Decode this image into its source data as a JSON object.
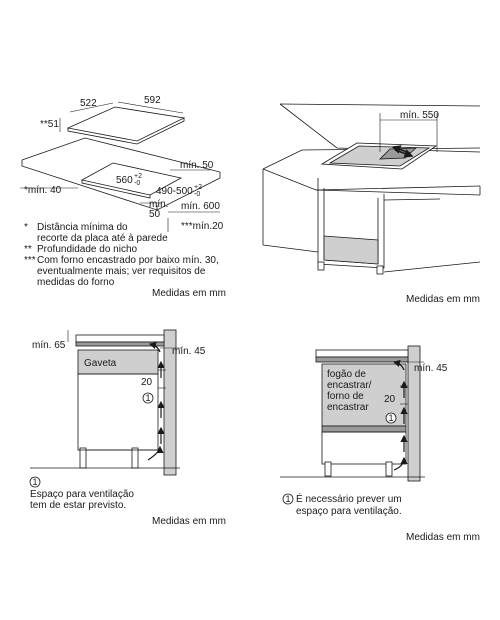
{
  "top_left": {
    "dim_522": "522",
    "dim_592": "592",
    "dim_51": "**51",
    "dim_min50": "mín. 50",
    "dim_560": "560",
    "dim_560_tol": "+2",
    "dim_560_tol2": "-0",
    "dim_490_500": "490-500",
    "dim_490_tol": "+2",
    "dim_490_tol2": "-0",
    "dim_min40": "*mín. 40",
    "dim_min_top": "mín.",
    "dim_50": "50",
    "dim_min600": "mín. 600",
    "dim_min20": "***mín.20",
    "notes": [
      {
        "mark": "*",
        "text": "Distância mínima do"
      },
      {
        "mark": "",
        "text": "recorte da placa até à parede"
      },
      {
        "mark": "**",
        "text": "Profundidade do nicho"
      },
      {
        "mark": "***",
        "text": "Com forno encastrado por baixo mín. 30,"
      },
      {
        "mark": "",
        "text": "eventualmente mais; ver requisitos de"
      },
      {
        "mark": "",
        "text": "medidas do forno"
      }
    ],
    "units": "Medidas em mm"
  },
  "top_right": {
    "dim_min550": "mín. 550",
    "units": "Medidas em mm"
  },
  "bottom_left": {
    "dim_min65": "mín. 65",
    "dim_min45": "mín. 45",
    "drawer_label": "Gaveta",
    "dim_20": "20",
    "circle_1": "1",
    "legend_num": "1",
    "legend_line1": "Espaço para ventilação",
    "legend_line2": "tem de estar previsto.",
    "units": "Medidas em mm"
  },
  "bottom_right": {
    "dim_min45": "mín. 45",
    "oven_line1": "fogão de",
    "oven_line2": "encastrar/",
    "oven_line3": "forno de",
    "oven_line4": "encastrar",
    "dim_20": "20",
    "circle_1": "1",
    "legend_num": "1",
    "legend_line1": "É necessário prever um",
    "legend_line2": "espaço para ventilação.",
    "units": "Medidas em mm"
  }
}
